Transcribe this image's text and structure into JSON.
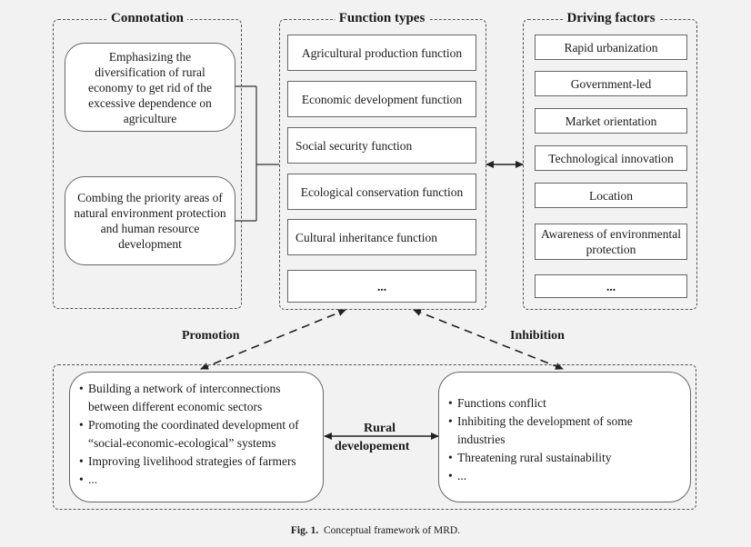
{
  "connotation": {
    "title": "Connotation",
    "items": [
      "Emphasizing the diversification of rural economy to get rid of the excessive dependence on agriculture",
      "Combing the priority areas of natural environment protection and human resource development"
    ]
  },
  "function_types": {
    "title": "Function types",
    "items": [
      "Agricultural production function",
      "Economic development function",
      "Social security function",
      "Ecological conservation function",
      "Cultural inheritance function",
      "..."
    ]
  },
  "driving_factors": {
    "title": "Driving factors",
    "items": [
      "Rapid urbanization",
      "Government-led",
      "Market orientation",
      "Technological innovation",
      "Location",
      "Awareness of environmental protection",
      "..."
    ]
  },
  "promotion": {
    "label": "Promotion",
    "bullet": "•",
    "items": [
      "Building a network of interconnections between different economic sectors",
      "Promoting the coordinated development of “social-economic-ecological” systems",
      "Improving livelihood strategies of farmers",
      "..."
    ]
  },
  "inhibition": {
    "label": "Inhibition",
    "bullet": "•",
    "items": [
      "Functions conflict",
      "Inhibiting the development of some industries",
      "Threatening rural sustainability",
      "..."
    ]
  },
  "center_label": {
    "line1": "Rural",
    "line2": "developement"
  },
  "caption": {
    "prefix": "Fig. 1.",
    "text": "Conceptual framework of MRD."
  }
}
